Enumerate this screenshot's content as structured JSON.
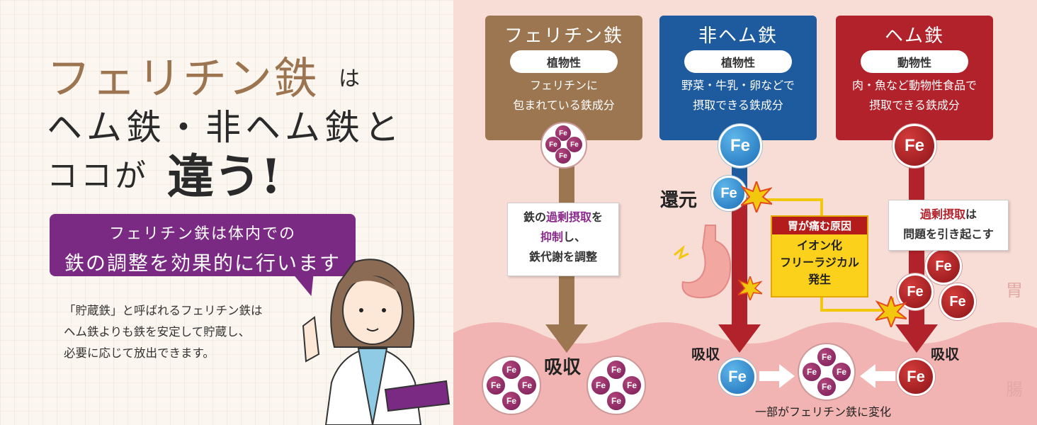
{
  "left": {
    "title_main": "フェリチン鉄",
    "title_suffix": "は",
    "title_line2": "ヘム鉄・非ヘム鉄と",
    "title_line3a": "ココが",
    "title_line3b": "違う!",
    "bubble_line1": "フェリチン鉄は体内での",
    "bubble_line2": "鉄の調整を効果的に行います",
    "desc_lines": [
      "「貯蔵鉄」と呼ばれるフェリチン鉄は",
      "ヘム鉄よりも鉄を安定して貯蔵し、",
      "必要に応じて放出できます。"
    ]
  },
  "columns": [
    {
      "title": "フェリチン鉄",
      "pill": "植物性",
      "desc1": "フェリチンに",
      "desc2": "包まれている鉄成分",
      "color": "#9b7651"
    },
    {
      "title": "非ヘム鉄",
      "pill": "植物性",
      "desc1": "野菜・牛乳・卵などで",
      "desc2": "摂取できる鉄成分",
      "color": "#1d5a9e"
    },
    {
      "title": "ヘム鉄",
      "pill": "動物性",
      "desc1": "肉・魚など動物性食品で",
      "desc2": "摂取できる鉄成分",
      "color": "#b1222a"
    }
  ],
  "fe": "Fe",
  "labels": {
    "reduction": "還元",
    "absorb": "吸収",
    "change": "一部がフェリチン鉄に変化",
    "stomach": "胃",
    "intestine": "腸"
  },
  "note_ferritin": {
    "l1a": "鉄の",
    "l1b": "過剰摂取",
    "l1c": "を",
    "l2a": "抑制",
    "l2b": "し、",
    "l3": "鉄代謝を調整"
  },
  "note_heme": {
    "l1a": "過剰摂取",
    "l1b": "は",
    "l2": "問題を引き起こす"
  },
  "yellow": {
    "head": "胃が痛む原因",
    "l1": "イオン化",
    "l2": "フリーラジカル",
    "l3": "発生"
  }
}
